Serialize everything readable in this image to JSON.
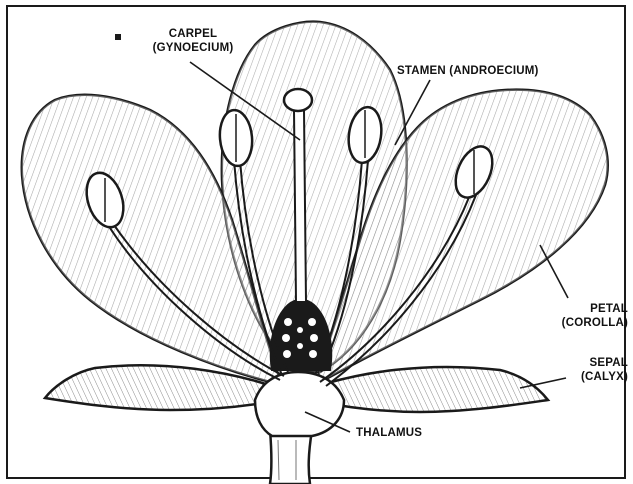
{
  "diagram": {
    "labels": {
      "carpel": {
        "line1": "CARPEL",
        "line2": "(GYNOECIUM)"
      },
      "stamen": {
        "text": "STAMEN (ANDROECIUM)"
      },
      "petal": {
        "line1": "PETAL",
        "line2": "(COROLLA)"
      },
      "sepal": {
        "line1": "SEPAL",
        "line2": "(CALYX)"
      },
      "thalamus": {
        "text": "THALAMUS"
      }
    },
    "colors": {
      "ink": "#1a1a1a",
      "paper": "#ffffff",
      "shade": "#4a4a4a"
    }
  }
}
